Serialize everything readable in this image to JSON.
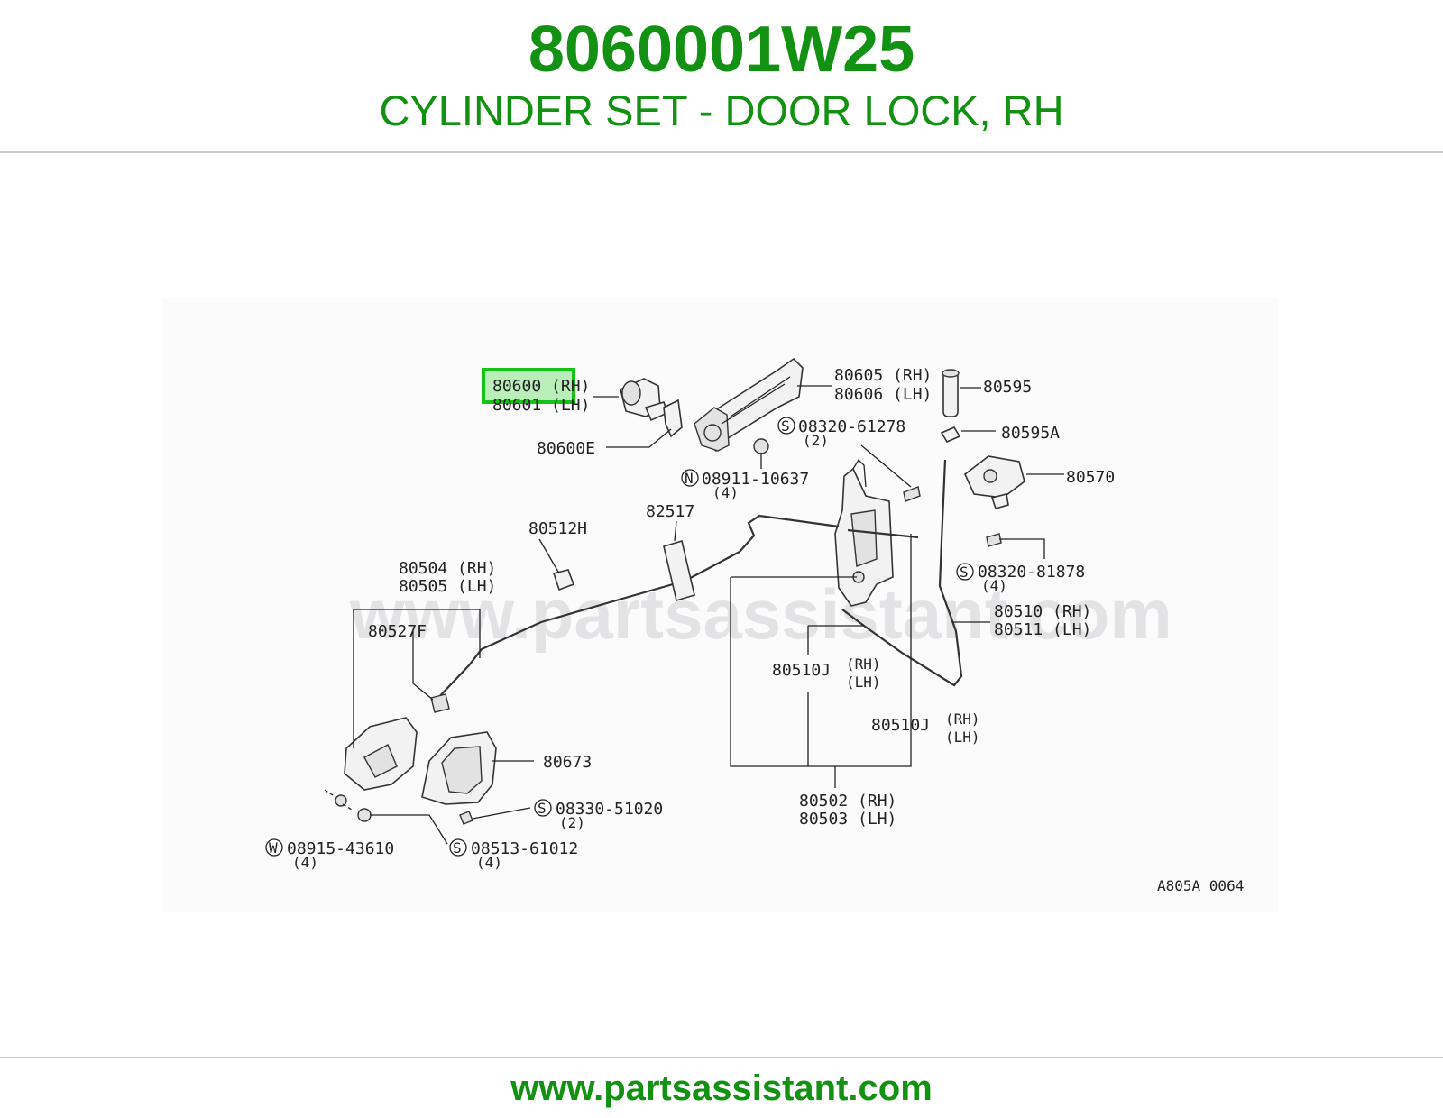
{
  "header": {
    "part_number": "8060001W25",
    "part_title": "CYLINDER SET - DOOR LOCK, RH"
  },
  "footer": {
    "url": "www.partsassistant.com"
  },
  "diagram": {
    "watermark": "www.partsassistant.com",
    "figure_code": "A805A 0064",
    "highlighted_part": "80600",
    "labels": {
      "p80600": "80600 (RH)",
      "p80601": "80601 (LH)",
      "p80600E": "80600E",
      "p80605": "80605 (RH)",
      "p80606": "80606 (LH)",
      "p80595": "80595",
      "p80595A": "80595A",
      "s08320_61278": "08320-61278",
      "s08320_61278_qty": "(2)",
      "n08911_10637": "08911-10637",
      "n08911_10637_qty": "(4)",
      "p80570": "80570",
      "p82517": "82517",
      "p80512H": "80512H",
      "s08320_81878": "08320-81878",
      "s08320_81878_qty": "(4)",
      "p80504": "80504 (RH)",
      "p80505": "80505 (LH)",
      "p80510": "80510 (RH)",
      "p80511": "80511 (LH)",
      "p80527F": "80527F",
      "p80510J_a": "80510J",
      "rh_a": "(RH)",
      "lh_a": "(LH)",
      "p80510J_b": "80510J",
      "rh_b": "(RH)",
      "lh_b": "(LH)",
      "p80673": "80673",
      "s08330_51020": "08330-51020",
      "s08330_51020_qty": "(2)",
      "p80502": "80502 (RH)",
      "p80503": "80503 (LH)",
      "w08915_43610": "08915-43610",
      "w08915_43610_qty": "(4)",
      "s08513_61012": "08513-61012",
      "s08513_61012_qty": "(4)"
    },
    "symbols": {
      "screw": "S",
      "nut": "N",
      "washer": "W"
    }
  }
}
